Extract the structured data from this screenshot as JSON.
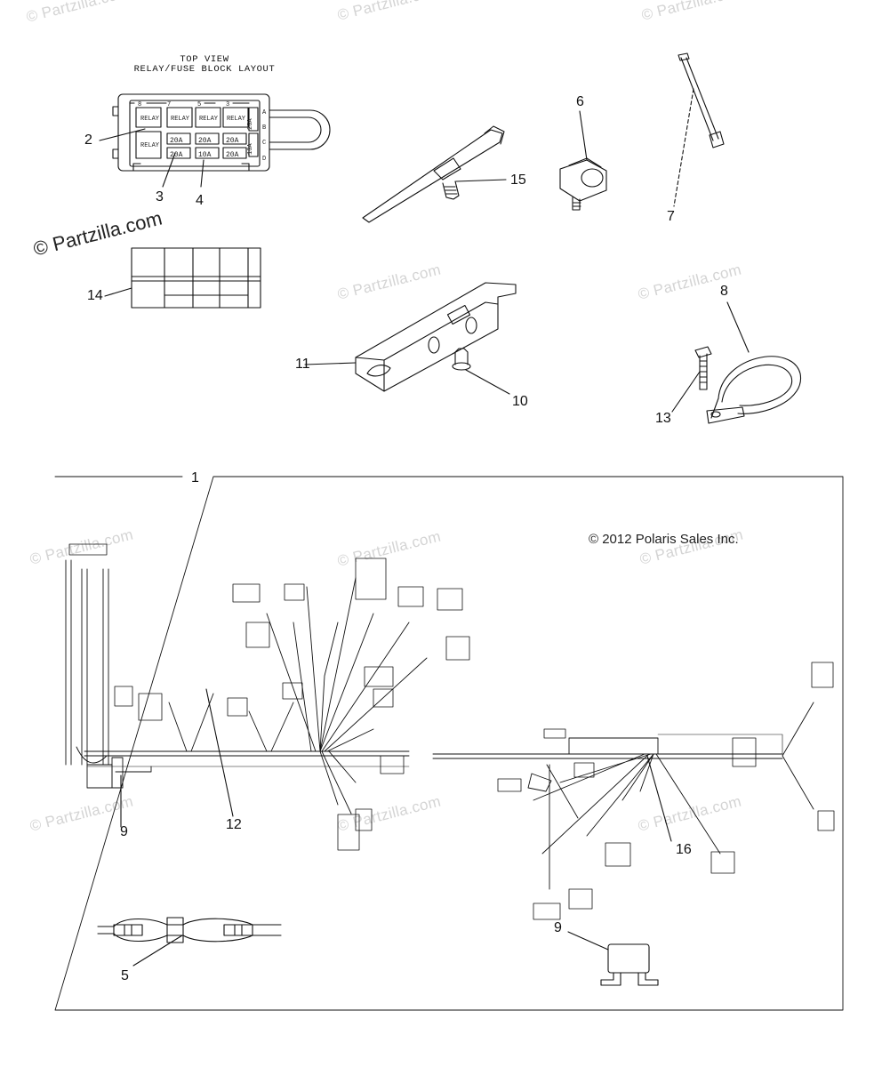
{
  "diagram": {
    "relay_block": {
      "title_line1": "TOP VIEW",
      "title_line2": "RELAY/FUSE BLOCK LAYOUT",
      "relays": [
        "RELAY",
        "RELAY",
        "RELAY",
        "RELAY",
        "RELAY"
      ],
      "fuses": [
        "20A",
        "20A",
        "20A",
        "20A",
        "10A",
        "20A"
      ],
      "side_fuses": [
        "20A",
        "10A"
      ],
      "row_letters": [
        "A",
        "B",
        "C",
        "D"
      ],
      "col_numbers": [
        "8",
        "7",
        "5",
        "3"
      ]
    },
    "copyright": "© 2012 Polaris Sales Inc.",
    "watermark": "© Partzilla.com",
    "callouts": [
      {
        "id": "c1",
        "text": "1"
      },
      {
        "id": "c2",
        "text": "2"
      },
      {
        "id": "c3",
        "text": "3"
      },
      {
        "id": "c4",
        "text": "4"
      },
      {
        "id": "c5",
        "text": "5"
      },
      {
        "id": "c6",
        "text": "6"
      },
      {
        "id": "c7",
        "text": "7"
      },
      {
        "id": "c8",
        "text": "8"
      },
      {
        "id": "c9a",
        "text": "9"
      },
      {
        "id": "c9b",
        "text": "9"
      },
      {
        "id": "c10",
        "text": "10"
      },
      {
        "id": "c11",
        "text": "11"
      },
      {
        "id": "c12",
        "text": "12"
      },
      {
        "id": "c13",
        "text": "13"
      },
      {
        "id": "c14",
        "text": "14"
      },
      {
        "id": "c15",
        "text": "15"
      },
      {
        "id": "c16",
        "text": "16"
      }
    ]
  }
}
